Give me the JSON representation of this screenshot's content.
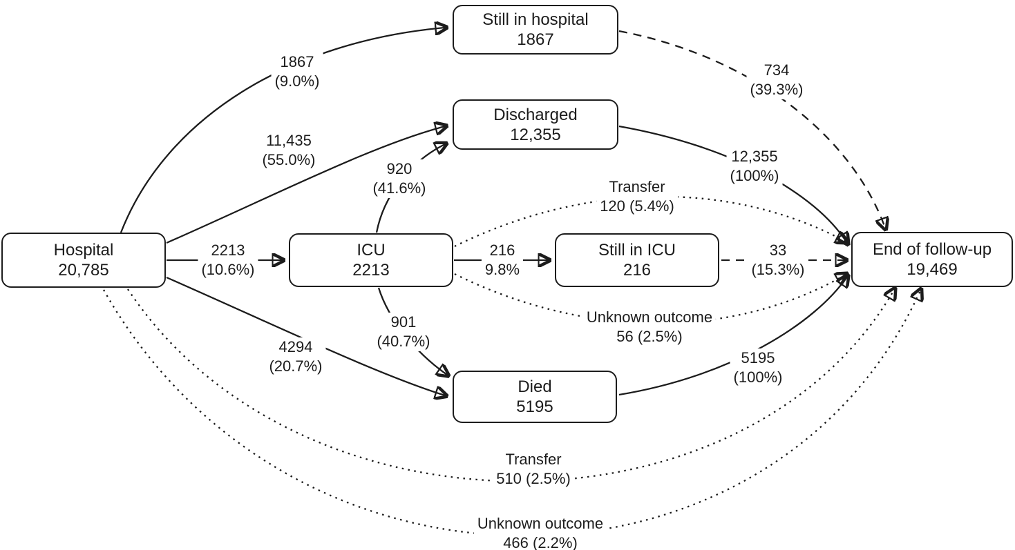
{
  "colors": {
    "line": "#1c1c1c",
    "text": "#1c1c1c",
    "node_background": "#ffffff",
    "page_background": "#ffffff"
  },
  "nodes": {
    "hospital": {
      "label": "Hospital",
      "value": "20,785"
    },
    "still_in_hospital": {
      "label": "Still in hospital",
      "value": "1867"
    },
    "discharged": {
      "label": "Discharged",
      "value": "12,355"
    },
    "icu": {
      "label": "ICU",
      "value": "2213"
    },
    "still_in_icu": {
      "label": "Still in ICU",
      "value": "216"
    },
    "died": {
      "label": "Died",
      "value": "5195"
    },
    "end_of_follow_up": {
      "label": "End of follow-up",
      "value": "19,469"
    }
  },
  "edges": {
    "hospital_to_still_in_hospital": {
      "from": "Hospital",
      "to": "Still in hospital",
      "style": "solid",
      "line1": "1867",
      "line2": "(9.0%)"
    },
    "hospital_to_discharged": {
      "from": "Hospital",
      "to": "Discharged",
      "style": "solid",
      "line1": "11,435",
      "line2": "(55.0%)"
    },
    "hospital_to_icu": {
      "from": "Hospital",
      "to": "ICU",
      "style": "solid",
      "line1": "2213",
      "line2": "(10.6%)"
    },
    "hospital_to_died": {
      "from": "Hospital",
      "to": "Died",
      "style": "solid",
      "line1": "4294",
      "line2": "(20.7%)"
    },
    "icu_to_discharged": {
      "from": "ICU",
      "to": "Discharged",
      "style": "solid",
      "line1": "920",
      "line2": "(41.6%)"
    },
    "icu_to_still_in_icu": {
      "from": "ICU",
      "to": "Still in ICU",
      "style": "solid",
      "line1": "216",
      "line2": "9.8%"
    },
    "icu_to_died": {
      "from": "ICU",
      "to": "Died",
      "style": "solid",
      "line1": "901",
      "line2": "(40.7%)"
    },
    "icu_to_end_transfer": {
      "from": "ICU",
      "to": "End of follow-up",
      "style": "dotted",
      "line1": "Transfer",
      "line2": "120 (5.4%)"
    },
    "icu_to_end_unknown": {
      "from": "ICU",
      "to": "End of follow-up",
      "style": "dotted",
      "line1": "Unknown outcome",
      "line2": "56 (2.5%)"
    },
    "still_in_hospital_to_end": {
      "from": "Still in hospital",
      "to": "End of follow-up",
      "style": "dashed",
      "line1": "734",
      "line2": "(39.3%)"
    },
    "discharged_to_end": {
      "from": "Discharged",
      "to": "End of follow-up",
      "style": "solid",
      "line1": "12,355",
      "line2": "(100%)"
    },
    "still_in_icu_to_end": {
      "from": "Still in ICU",
      "to": "End of follow-up",
      "style": "dashed",
      "line1": "33",
      "line2": "(15.3%)"
    },
    "died_to_end": {
      "from": "Died",
      "to": "End of follow-up",
      "style": "solid",
      "line1": "5195",
      "line2": "(100%)"
    },
    "hospital_to_end_transfer": {
      "from": "Hospital",
      "to": "End of follow-up",
      "style": "dotted",
      "line1": "Transfer",
      "line2": "510 (2.5%)"
    },
    "hospital_to_end_unknown": {
      "from": "Hospital",
      "to": "End of follow-up",
      "style": "dotted",
      "line1": "Unknown outcome",
      "line2": "466 (2.2%)"
    }
  }
}
